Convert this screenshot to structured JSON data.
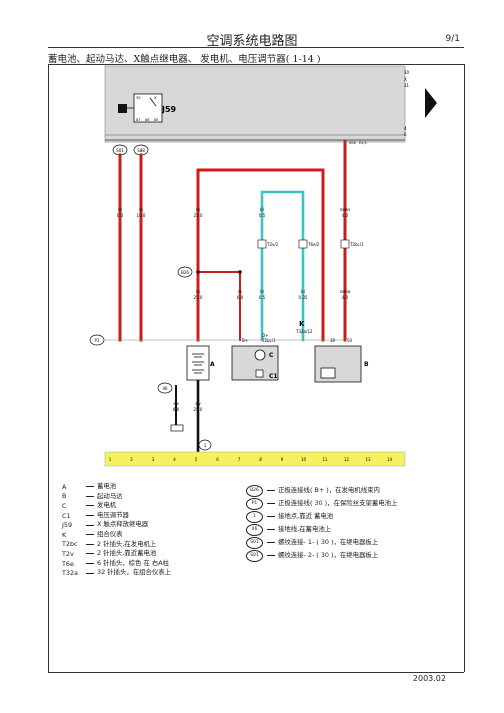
{
  "header": {
    "title": "空调系统电路图",
    "page_number": "9/1",
    "subtitle": "蓄电池、起动马达、X触点继电器、 发电机、电压调节器( 1-14 )"
  },
  "diagram": {
    "relay": {
      "name": "J59",
      "terminals": [
        "30",
        "X",
        "87",
        "86",
        "85"
      ]
    },
    "right_bus_labels": [
      "30",
      "X",
      "31",
      "4",
      "6"
    ],
    "fuse_labels": [
      "S01",
      "S88"
    ],
    "bus_connection_labels": [
      "S06",
      "E2/5"
    ],
    "wires": [
      {
        "color": "ro",
        "size": "6.0"
      },
      {
        "color": "ro",
        "size": "10.0"
      },
      {
        "color": "ro",
        "size": "25.0"
      },
      {
        "color": "bl",
        "size": "0.5"
      },
      {
        "color": "ro/ws",
        "size": "4.0"
      }
    ],
    "lower_wires": [
      {
        "color": "ro",
        "size": "25.0"
      },
      {
        "color": "ro",
        "size": "6.0"
      },
      {
        "color": "bl",
        "size": "0.5"
      },
      {
        "color": "bl",
        "size": "0.35"
      },
      {
        "color": "ro/sw",
        "size": "4.0"
      }
    ],
    "ground_wires": [
      {
        "color": "sw",
        "size": "6.0"
      },
      {
        "color": "sw",
        "size": "25.0"
      }
    ],
    "connectors": [
      "T2v/2",
      "T6e/2",
      "T2bc/1",
      "T2bc/1",
      "T32a/12"
    ],
    "components": [
      "A",
      "B",
      "C",
      "C1",
      "K"
    ],
    "point_labels": [
      "B26",
      "P1",
      "46",
      "1"
    ],
    "terminal_labels": [
      "B+",
      "D+",
      "30",
      "50"
    ],
    "grid_numbers": [
      "1",
      "2",
      "3",
      "4",
      "5",
      "6",
      "7",
      "8",
      "9",
      "10",
      "11",
      "12",
      "13",
      "14"
    ]
  },
  "legend": {
    "components": [
      {
        "key": "A",
        "text": "蓄电池"
      },
      {
        "key": "B",
        "text": "起动马达"
      },
      {
        "key": "C",
        "text": "发电机"
      },
      {
        "key": "C1",
        "text": "电压调节器"
      },
      {
        "key": "J59",
        "text": "X 触点释放继电器"
      },
      {
        "key": "K",
        "text": "组合仪表"
      },
      {
        "key": "T2bc",
        "text": "2 针插头,在发电机上"
      },
      {
        "key": "T2v",
        "text": "2 针插头,靠近蓄电池"
      },
      {
        "key": "T6e",
        "text": "6 针插头，棕色 在 右A柱"
      },
      {
        "key": "T32a",
        "text": "32 针插头，在组合仪表上"
      }
    ],
    "symbols": [
      {
        "key": "B26",
        "text": "正极连接线( B+ )，在发电机线束内"
      },
      {
        "key": "P1",
        "text": "正极连接线( 30 )，在保险丝支架蓄电池上"
      },
      {
        "key": "1",
        "text": "接地点,靠近 蓄电池"
      },
      {
        "key": "46",
        "text": "接地线,在蓄电池上"
      },
      {
        "key": "S01",
        "text": "螺纹连接- 1- ( 30 )，在继电器板上"
      },
      {
        "key": "S01",
        "text": "螺纹连接- 2- ( 30 )，在继电器板上"
      }
    ]
  },
  "footer": {
    "date": "2003.02"
  },
  "colors": {
    "red": "#c81e1e",
    "cyan": "#3cc4c4",
    "yellow": "#f5f260",
    "black": "#111111",
    "panel": "#d8d8d8"
  }
}
